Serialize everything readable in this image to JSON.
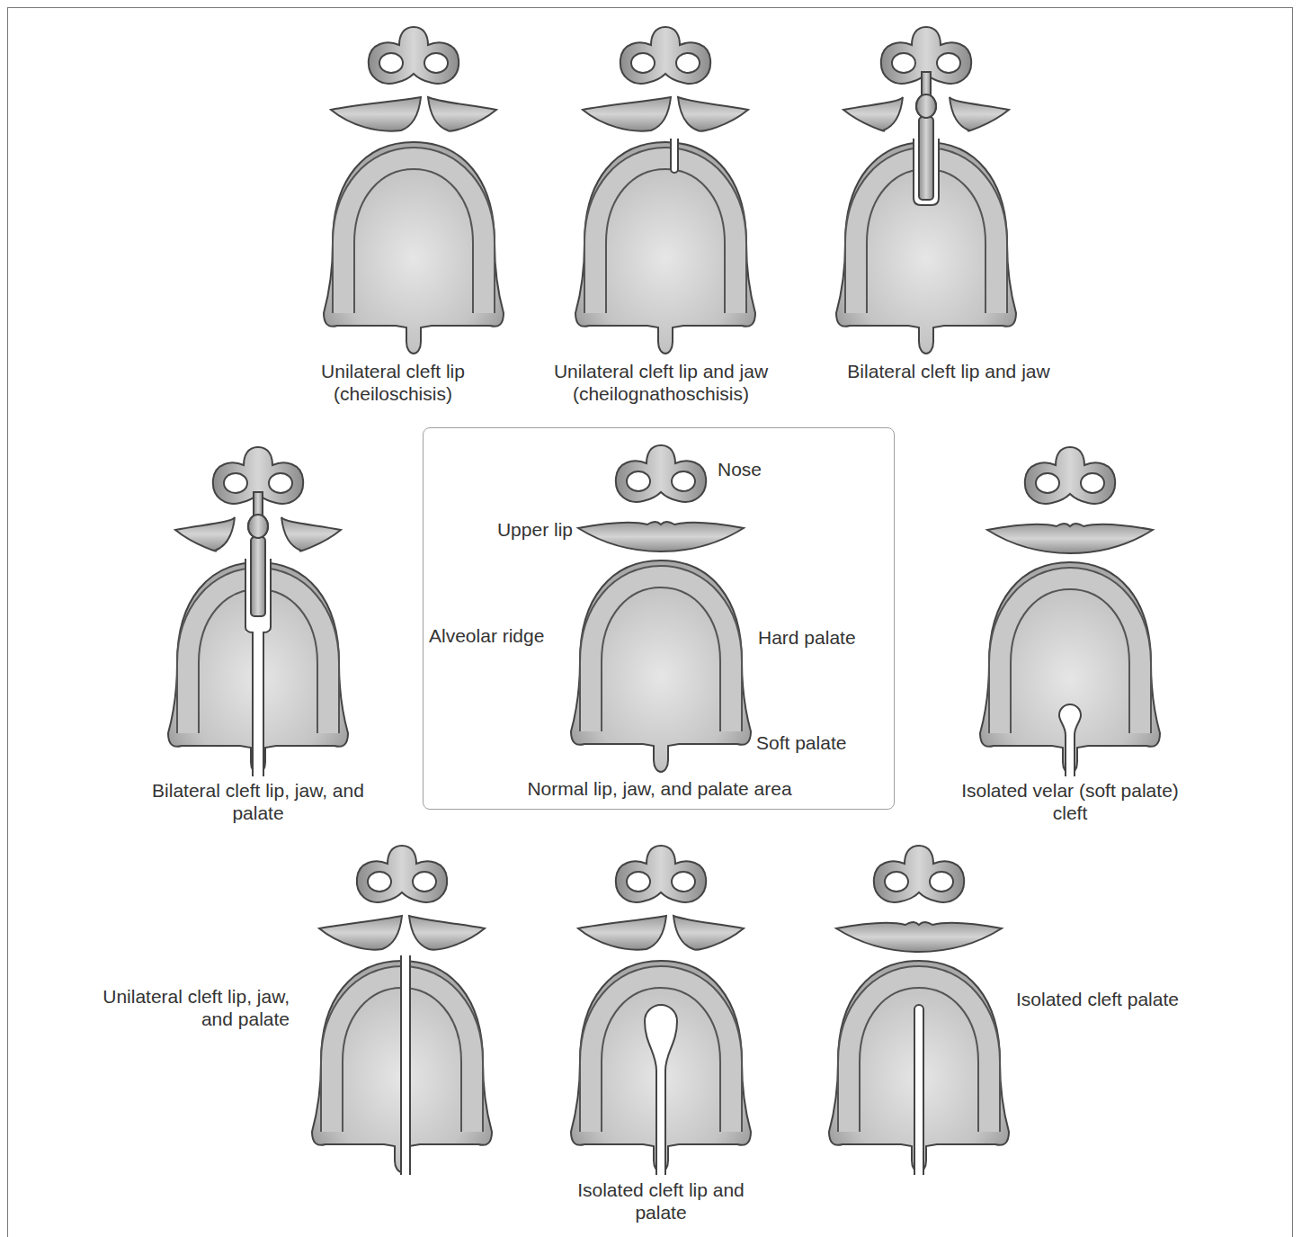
{
  "diagram": {
    "nodes": [
      {
        "text": [
          "Nose",
          "Upper lip",
          "Alveolar ridge",
          "Hard palate",
          "Soft palate",
          "Normal lip, jaw, and palate area"
        ]
      }
    ],
    "labels": [
      "Unilateral cleft lip (cheiloschisis)",
      "Unilateral cleft lip and jaw (cheilognathoschisis)",
      "Bilateral cleft lip and jaw",
      "Bilateral cleft lip, jaw, and palate",
      "Isolated velar (soft palate) cleft",
      "Unilateral cleft lip, jaw, and palate",
      "Isolated cleft lip and palate",
      "Isolated cleft palate"
    ]
  }
}
